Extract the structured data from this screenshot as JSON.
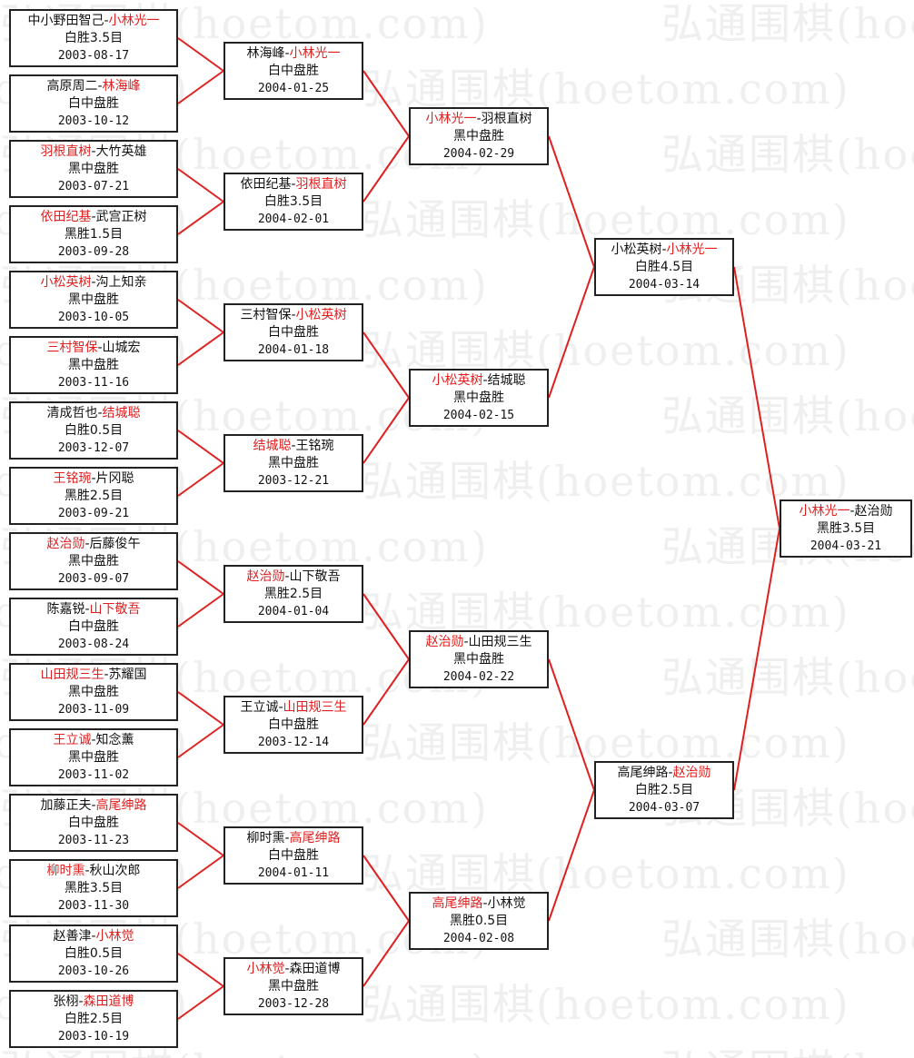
{
  "watermark": "弘通围棋(hoetom.com)",
  "colors": {
    "winner": "#e02020",
    "line": "#e02020",
    "border": "#222222"
  },
  "rounds": [
    [
      {
        "p1": "中小野田智己",
        "p2": "小林光一",
        "winner": 2,
        "result": "白胜3.5目",
        "date": "2003-08-17"
      },
      {
        "p1": "高原周二",
        "p2": "林海峰",
        "winner": 2,
        "result": "白中盘胜",
        "date": "2003-10-12"
      },
      {
        "p1": "羽根直树",
        "p2": "大竹英雄",
        "winner": 1,
        "result": "黑中盘胜",
        "date": "2003-07-21"
      },
      {
        "p1": "依田纪基",
        "p2": "武宫正树",
        "winner": 1,
        "result": "黑胜1.5目",
        "date": "2003-09-28"
      },
      {
        "p1": "小松英树",
        "p2": "沟上知亲",
        "winner": 1,
        "result": "黑中盘胜",
        "date": "2003-10-05"
      },
      {
        "p1": "三村智保",
        "p2": "山城宏",
        "winner": 1,
        "result": "黑中盘胜",
        "date": "2003-11-16"
      },
      {
        "p1": "清成哲也",
        "p2": "结城聪",
        "winner": 2,
        "result": "白胜0.5目",
        "date": "2003-12-07"
      },
      {
        "p1": "王铭琬",
        "p2": "片冈聪",
        "winner": 1,
        "result": "黑胜2.5目",
        "date": "2003-09-21"
      },
      {
        "p1": "赵治勋",
        "p2": "后藤俊午",
        "winner": 1,
        "result": "黑中盘胜",
        "date": "2003-09-07"
      },
      {
        "p1": "陈嘉锐",
        "p2": "山下敬吾",
        "winner": 2,
        "result": "白中盘胜",
        "date": "2003-08-24"
      },
      {
        "p1": "山田规三生",
        "p2": "苏耀国",
        "winner": 1,
        "result": "黑中盘胜",
        "date": "2003-11-09"
      },
      {
        "p1": "王立诚",
        "p2": "知念薰",
        "winner": 1,
        "result": "黑中盘胜",
        "date": "2003-11-02"
      },
      {
        "p1": "加藤正夫",
        "p2": "高尾绅路",
        "winner": 2,
        "result": "白中盘胜",
        "date": "2003-11-23"
      },
      {
        "p1": "柳时熏",
        "p2": "秋山次郎",
        "winner": 1,
        "result": "黑胜3.5目",
        "date": "2003-11-30"
      },
      {
        "p1": "赵善津",
        "p2": "小林觉",
        "winner": 2,
        "result": "白胜0.5目",
        "date": "2003-10-26"
      },
      {
        "p1": "张栩",
        "p2": "森田道博",
        "winner": 2,
        "result": "白胜2.5目",
        "date": "2003-10-19"
      }
    ],
    [
      {
        "p1": "林海峰",
        "p2": "小林光一",
        "winner": 2,
        "result": "白中盘胜",
        "date": "2004-01-25"
      },
      {
        "p1": "依田纪基",
        "p2": "羽根直树",
        "winner": 2,
        "result": "白胜3.5目",
        "date": "2004-02-01"
      },
      {
        "p1": "三村智保",
        "p2": "小松英树",
        "winner": 2,
        "result": "白中盘胜",
        "date": "2004-01-18"
      },
      {
        "p1": "结城聪",
        "p2": "王铭琬",
        "winner": 1,
        "result": "黑中盘胜",
        "date": "2003-12-21"
      },
      {
        "p1": "赵治勋",
        "p2": "山下敬吾",
        "winner": 1,
        "result": "黑胜2.5目",
        "date": "2004-01-04"
      },
      {
        "p1": "王立诚",
        "p2": "山田规三生",
        "winner": 2,
        "result": "白中盘胜",
        "date": "2003-12-14"
      },
      {
        "p1": "柳时熏",
        "p2": "高尾绅路",
        "winner": 2,
        "result": "白中盘胜",
        "date": "2004-01-11"
      },
      {
        "p1": "小林觉",
        "p2": "森田道博",
        "winner": 1,
        "result": "黑中盘胜",
        "date": "2003-12-28"
      }
    ],
    [
      {
        "p1": "小林光一",
        "p2": "羽根直树",
        "winner": 1,
        "result": "黑中盘胜",
        "date": "2004-02-29"
      },
      {
        "p1": "小松英树",
        "p2": "结城聪",
        "winner": 1,
        "result": "黑中盘胜",
        "date": "2004-02-15"
      },
      {
        "p1": "赵治勋",
        "p2": "山田规三生",
        "winner": 1,
        "result": "黑中盘胜",
        "date": "2004-02-22"
      },
      {
        "p1": "高尾绅路",
        "p2": "小林觉",
        "winner": 1,
        "result": "黑胜0.5目",
        "date": "2004-02-08"
      }
    ],
    [
      {
        "p1": "小松英树",
        "p2": "小林光一",
        "winner": 2,
        "result": "白胜4.5目",
        "date": "2004-03-14"
      },
      {
        "p1": "高尾绅路",
        "p2": "赵治勋",
        "winner": 2,
        "result": "白胜2.5目",
        "date": "2004-03-07"
      }
    ],
    [
      {
        "p1": "小林光一",
        "p2": "赵治勋",
        "winner": 1,
        "result": "黑胜3.5目",
        "date": "2004-03-21"
      }
    ]
  ]
}
